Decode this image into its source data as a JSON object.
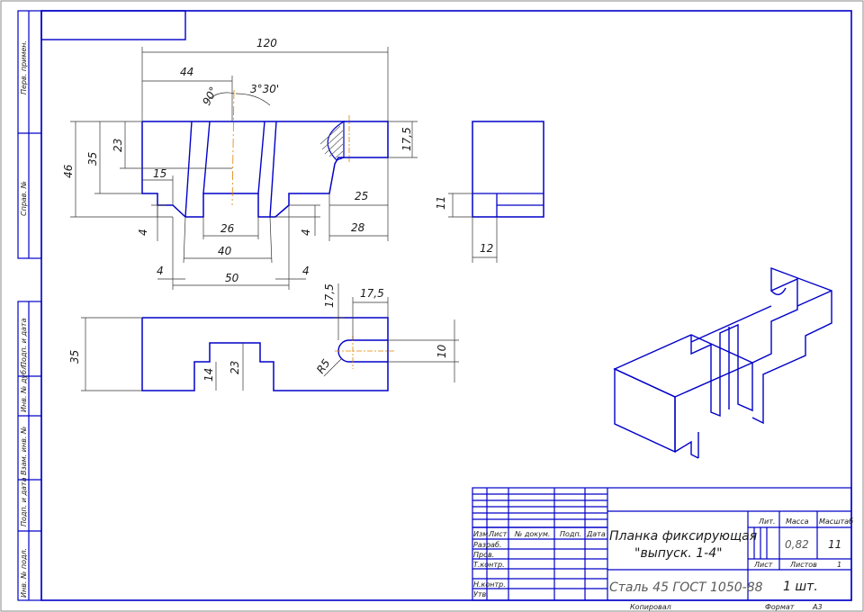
{
  "drawing": {
    "colors": {
      "outline": "#0000c8",
      "thin": "#333333",
      "center": "#e08000",
      "hatch": "#555555"
    },
    "dimensions": {
      "top_120": "120",
      "top_44": "44",
      "angle_90": "90°",
      "angle_3_30": "3°30'",
      "left_46": "46",
      "left_35": "35",
      "left_23": "23",
      "left_15": "15",
      "h_17_5": "17,5",
      "bot_26": "26",
      "bot_40": "40",
      "bot_50": "50",
      "bot_4_left": "4",
      "bot_4_left2": "4",
      "bot_4_right": "4",
      "bot_4_right2": "4",
      "bot_25": "25",
      "bot_28": "28",
      "side_11": "11",
      "side_12": "12",
      "plan_17_5_v": "17,5",
      "plan_17_5_h": "17,5",
      "plan_35": "35",
      "plan_23": "23",
      "plan_14": "14",
      "plan_r5": "R5",
      "plan_10": "10"
    }
  },
  "left_strip": {
    "labels": [
      "Перв. примен.",
      "Справ. №",
      "Подп. и дата",
      "Инв. № дубл.",
      "Взам. инв. №",
      "Подп. и дата",
      "Инв. № подл."
    ]
  },
  "title_block": {
    "col_headers": [
      "Изм.",
      "Лист",
      "№ докум.",
      "Подп.",
      "Дата"
    ],
    "roles": [
      "Разраб.",
      "Пров.",
      "Т.контр.",
      "Н.контр.",
      "Утв."
    ],
    "title_line1": "Планка фиксирующая",
    "title_line2": "\"выпуск. 1-4\"",
    "material": "Сталь 45  ГОСТ 1050-88",
    "lit_label": "Лит.",
    "mass_label": "Масса",
    "scale_label": "Масштаб",
    "mass_value": "0,82",
    "scale_value": "11",
    "sheet_label": "Лист",
    "sheets_label": "Листов",
    "sheets_value": "1",
    "quantity": "1 шт.",
    "copied": "Копировал",
    "format_label": "Формат",
    "format_value": "А3"
  }
}
